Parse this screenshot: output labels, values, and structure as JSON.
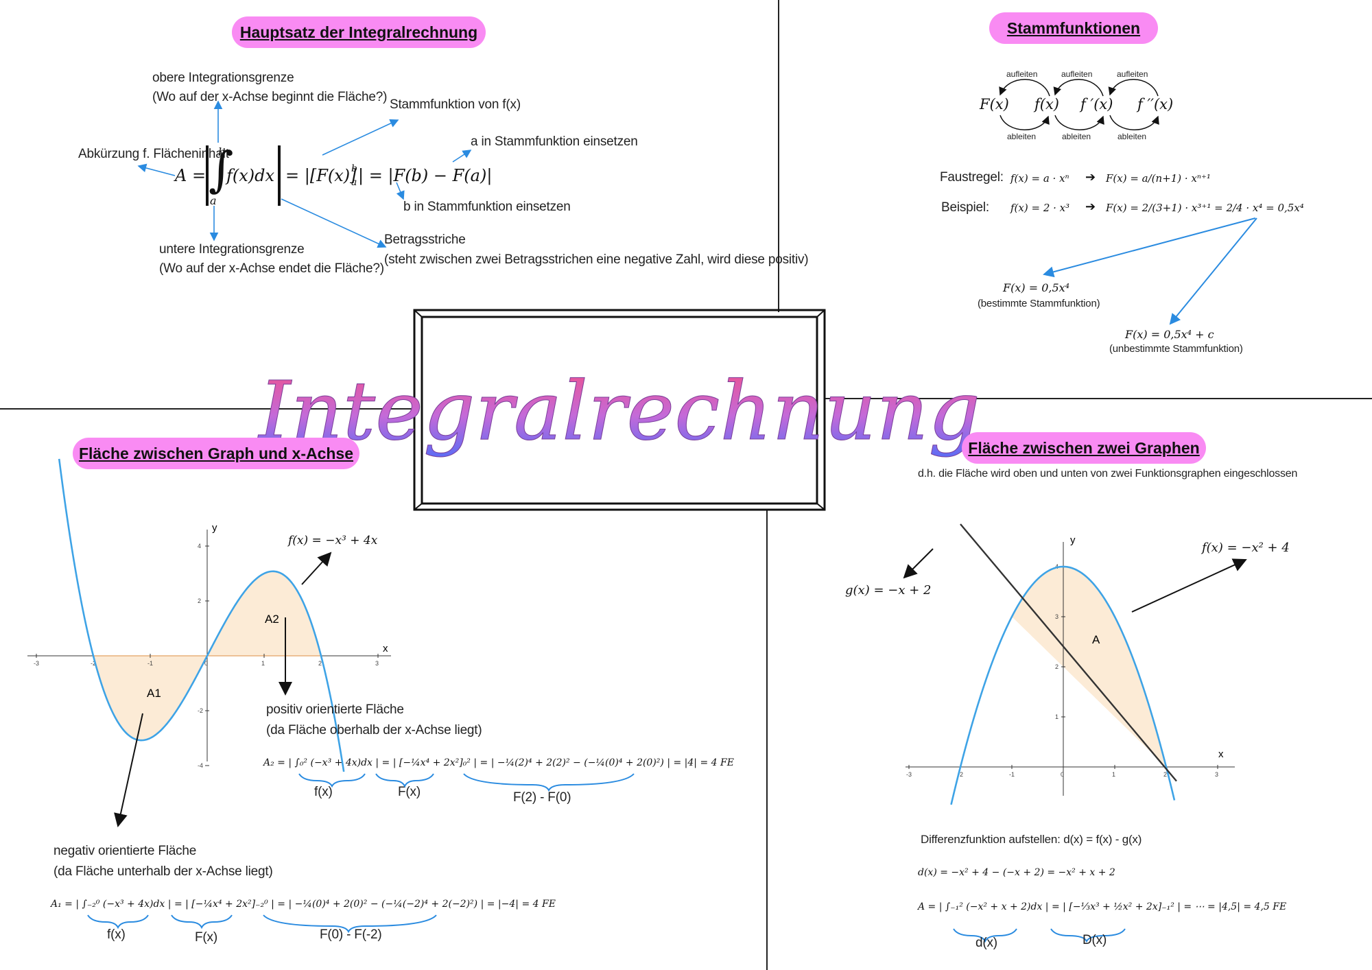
{
  "center": {
    "title": "Integralrechnung"
  },
  "hauptsatz": {
    "heading": "Hauptsatz der Integralrechnung",
    "formula": {
      "lhs": "A =",
      "integral": "∫",
      "upper": "b",
      "lower": "a",
      "integrand": "f(x)dx",
      "mid": "= |[F(x)]",
      "mid_sup": "b",
      "mid_sub": "a",
      "mid_end": "| = |F(b) − F(a)|"
    },
    "label_upper_1": "obere Integrationsgrenze",
    "label_upper_2": "(Wo auf der x-Achse beginnt die Fläche?)",
    "label_area": "Abkürzung f. Flächeninhalt",
    "label_lower_1": "untere Integrationsgrenze",
    "label_lower_2": "(Wo auf der x-Achse endet die Fläche?)",
    "label_stamm": "Stammfunktion von f(x)",
    "label_a": "a in Stammfunktion einsetzen",
    "label_b": "b in Stammfunktion einsetzen",
    "label_betrag_1": "Betragsstriche",
    "label_betrag_2": "(steht zwischen zwei Betragsstrichen eine negative Zahl, wird diese positiv)"
  },
  "stamm": {
    "heading": "Stammfunktionen",
    "chain": [
      "F(x)",
      "f(x)",
      "f ′(x)",
      "f ′′(x)"
    ],
    "up_label": "aufleiten",
    "down_label": "ableiten",
    "faustregel_label": "Faustregel:",
    "faustregel_left": "f(x) = a · xⁿ",
    "faustregel_right": "F(x) = a/(n+1) · xⁿ⁺¹",
    "beispiel_label": "Beispiel:",
    "beispiel_left": "f(x) = 2 · x³",
    "beispiel_right": "F(x) = 2/(3+1) · x³⁺¹ = 2/4 · x⁴ = 0,5x⁴",
    "best_formula": "F(x) = 0,5x⁴",
    "best_label": "(bestimmte Stammfunktion)",
    "unbest_formula": "F(x) = 0,5x⁴ + c",
    "unbest_label": "(unbestimmte Stammfunktion)"
  },
  "flaeche_achse": {
    "heading": "Fläche zwischen Graph und x-Achse",
    "func_label": "f(x) = −x³ + 4x",
    "axis_x": "x",
    "axis_y": "y",
    "x_ticks": [
      "-3",
      "-2",
      "-1",
      "0",
      "1",
      "2",
      "3"
    ],
    "y_ticks": [
      "4",
      "2",
      "-2",
      "-4"
    ],
    "a1_label": "A1",
    "a2_label": "A2",
    "pos_1": "positiv orientierte Fläche",
    "pos_2": "(da Fläche oberhalb der x-Achse liegt)",
    "a2_formula": "A₂ = | ∫₀² (−x³ + 4x)dx | = | [−¼x⁴ + 2x²]₀² | = | −¼(2)⁴ + 2(2)² − (−¼(0)⁴ + 2(0)²) | = |4| = 4 FE",
    "a2_brace_1": "f(x)",
    "a2_brace_2": "F(x)",
    "a2_brace_3": "F(2) - F(0)",
    "neg_1": "negativ orientierte Fläche",
    "neg_2": "(da Fläche unterhalb der x-Achse liegt)",
    "a1_formula": "A₁ = | ∫₋₂⁰ (−x³ + 4x)dx | = | [−¼x⁴ + 2x²]₋₂⁰ | = | −¼(0)⁴ + 2(0)² − (−¼(−2)⁴ + 2(−2)²) | = |−4| = 4 FE",
    "a1_brace_1": "f(x)",
    "a1_brace_2": "F(x)",
    "a1_brace_3": "F(0) - F(-2)",
    "color_curve": "#3ea3e6",
    "color_fill": "#fcebd6"
  },
  "flaeche_graphen": {
    "heading": "Fläche zwischen zwei Graphen",
    "subheading": "d.h. die Fläche wird oben und unten von zwei Funktionsgraphen eingeschlossen",
    "f_label": "f(x) = −x² + 4",
    "g_label": "g(x) = −x + 2",
    "axis_x": "x",
    "axis_y": "y",
    "x_ticks": [
      "-3",
      "-2",
      "-1",
      "0",
      "1",
      "2",
      "3"
    ],
    "y_ticks": [
      "1",
      "2",
      "3",
      "4"
    ],
    "a_label": "A",
    "diff_text": "Differenzfunktion aufstellen: d(x) = f(x) - g(x)",
    "d_formula": "d(x) = −x² + 4 − (−x + 2) = −x² + x + 2",
    "a_formula": "A = | ∫₋₁² (−x² + x + 2)dx | = | [−⅓x³ + ½x² + 2x]₋₁² | = ⋯ = |4,5| = 4,5 FE",
    "brace_1": "d(x)",
    "brace_2": "D(x)"
  },
  "colors": {
    "pill": "#f98bf3",
    "arrow_blue": "#2a8be0",
    "title_top": "#f0508a",
    "title_bottom": "#5b6cf5"
  }
}
